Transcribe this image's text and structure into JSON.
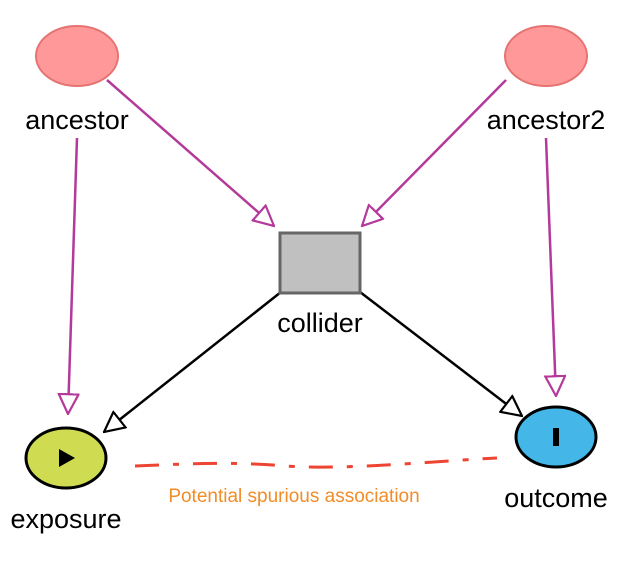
{
  "diagram": {
    "nodes": {
      "ancestor": {
        "label": "ancestor",
        "role": "adjusted"
      },
      "ancestor2": {
        "label": "ancestor2",
        "role": "adjusted"
      },
      "collider": {
        "label": "collider",
        "role": "collider"
      },
      "exposure": {
        "label": "exposure",
        "role": "exposure",
        "icon": "play-icon"
      },
      "outcome": {
        "label": "outcome",
        "role": "outcome",
        "icon": "bar-icon"
      }
    },
    "edges": [
      {
        "from": "ancestor",
        "to": "collider",
        "kind": "biasing-path"
      },
      {
        "from": "ancestor2",
        "to": "collider",
        "kind": "biasing-path"
      },
      {
        "from": "ancestor",
        "to": "exposure",
        "kind": "biasing-path"
      },
      {
        "from": "ancestor2",
        "to": "outcome",
        "kind": "biasing-path"
      },
      {
        "from": "collider",
        "to": "exposure",
        "kind": "causal"
      },
      {
        "from": "collider",
        "to": "outcome",
        "kind": "causal"
      }
    ],
    "annotation": {
      "text": "Potential spurious association",
      "between": [
        "exposure",
        "outcome"
      ],
      "style": "dashed"
    },
    "colors": {
      "adjusted_fill": "#ff9999",
      "adjusted_stroke": "#e67373",
      "collider_fill": "#c0c0c0",
      "collider_stroke": "#666666",
      "exposure_fill": "#cfdc52",
      "outcome_fill": "#44b7e8",
      "biasing_edge": "#b3399a",
      "causal_edge": "#000000",
      "spurious_line": "#ee4433",
      "annotation_text": "#f28c28"
    }
  }
}
